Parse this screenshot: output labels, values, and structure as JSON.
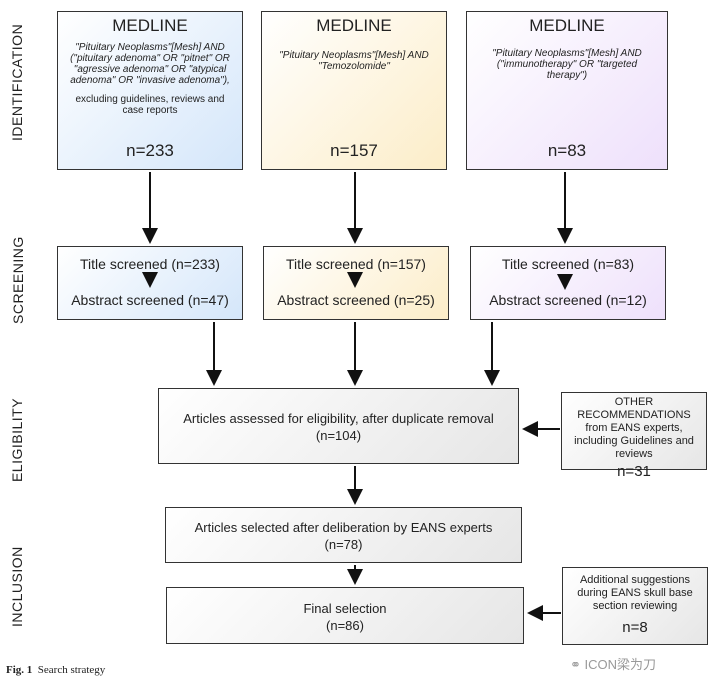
{
  "stages": {
    "identification": "IDENTIFICATION",
    "screening": "SCREENING",
    "eligibility": "ELIGIBILITY",
    "inclusion": "INCLUSION"
  },
  "medline": [
    {
      "title": "MEDLINE",
      "query": "\"Pituitary Neoplasms\"[Mesh] AND (\"pituitary adenoma\" OR \"pitnet\" OR \"agressive adenoma\" OR \"atypical adenoma\" OR \"invasive adenoma\"),",
      "note": "excluding guidelines, reviews and case reports",
      "count": "n=233"
    },
    {
      "title": "MEDLINE",
      "query": "\"Pituitary Neoplasms\"[Mesh] AND \"Temozolomide\"",
      "note": "",
      "count": "n=157"
    },
    {
      "title": "MEDLINE",
      "query": "\"Pituitary Neoplasms\"[Mesh] AND (\"immunotherapy\" OR \"targeted therapy\")",
      "note": "",
      "count": "n=83"
    }
  ],
  "screening": [
    {
      "title": "Title screened (n=233)",
      "abstract": "Abstract screened (n=47)"
    },
    {
      "title": "Title screened (n=157)",
      "abstract": "Abstract screened (n=25)"
    },
    {
      "title": "Title screened (n=83)",
      "abstract": "Abstract screened (n=12)"
    }
  ],
  "eligibility": {
    "text": "Articles assessed for eligibility, after duplicate removal",
    "count": "(n=104)"
  },
  "other": {
    "text": "OTHER RECOMMENDATIONS from EANS experts, including Guidelines and reviews",
    "count": "n=31"
  },
  "selected": {
    "text": "Articles selected after deliberation by EANS experts",
    "count": "(n=78)"
  },
  "final": {
    "text": "Final selection",
    "count": "(n=86)"
  },
  "additional": {
    "text": "Additional suggestions during EANS skull base section reviewing",
    "count": "n=8"
  },
  "caption": {
    "label": "Fig. 1",
    "text": "Search strategy"
  },
  "watermark": "ICON梁为刀",
  "colors": {
    "blue": "#d8e8fb",
    "yellow": "#fdf0d0",
    "purple": "#f1e6fb",
    "grey": "#eeeeee"
  }
}
